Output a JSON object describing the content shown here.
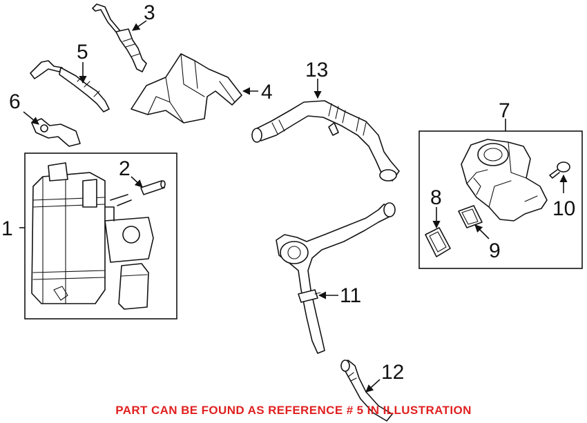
{
  "callouts": {
    "c1": "1",
    "c2": "2",
    "c3": "3",
    "c4": "4",
    "c5": "5",
    "c6": "6",
    "c7": "7",
    "c8": "8",
    "c9": "9",
    "c10": "10",
    "c11": "11",
    "c12": "12",
    "c13": "13"
  },
  "caption": "PART CAN BE FOUND AS REFERENCE # 5 IN ILLUSTRATION",
  "colors": {
    "caption": "#e02020",
    "line_art": "#111111",
    "background": "#ffffff"
  }
}
